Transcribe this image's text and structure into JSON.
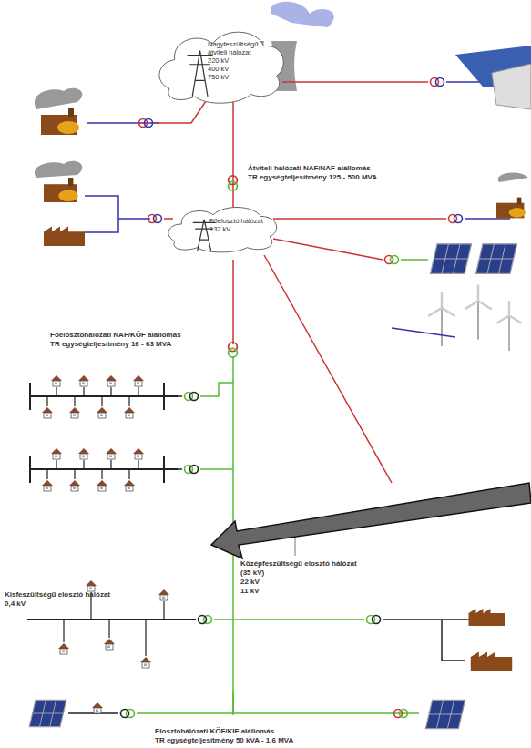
{
  "diagram": {
    "nodes": [
      {
        "text": [
          "Nagyfeszültségű átviteli hálózat",
          "220 kV",
          "400 kV",
          "750 kV"
        ]
      },
      {
        "text": [
          "Főelosztó hálózat",
          "132 kV"
        ]
      }
    ],
    "edges": [
      {
        "from": 0,
        "to": 1,
        "arrow": "none"
      }
    ],
    "labels": [
      "Átviteli hálózati NAF/NAF alállomás",
      "TR egységteljesítmény 125 - 500 MVA",
      "Főelosztóhálózati NAF/KÖF alállomás",
      "TR egységteljesítmény 16 - 63 MVA",
      "Középfeszültségű elosztó hálózat",
      "(35 kV)",
      "22 kV",
      "11 kV",
      "Kisfeszültségű elosztó hálózat",
      "0,4 kV",
      "Elosztóhálózati KÖF/KIF alállomás",
      "TR egységteljesítmény 50 kVA - 1,6 MVA"
    ]
  }
}
